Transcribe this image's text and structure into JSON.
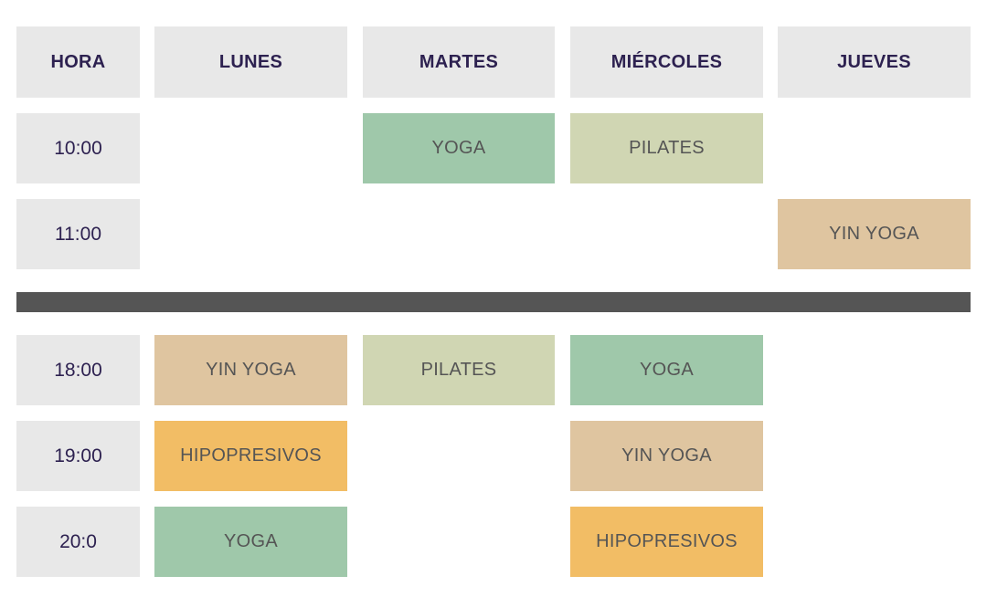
{
  "colors": {
    "header_bg": "#e8e8e8",
    "header_text": "#2d2150",
    "class_text": "#555555",
    "divider": "#555555",
    "yoga": "#9fc8aa",
    "pilates": "#d0d6b3",
    "yin_yoga": "#dfc5a0",
    "hipopresivos": "#f2bd65"
  },
  "headers": [
    "HORA",
    "LUNES",
    "MARTES",
    "MIÉRCOLES",
    "JUEVES"
  ],
  "rows": [
    {
      "time": "10:00",
      "classes": [
        {
          "day": "MARTES",
          "label": "YOGA",
          "type": "yoga"
        },
        {
          "day": "MIÉRCOLES",
          "label": "PILATES",
          "type": "pilates"
        }
      ]
    },
    {
      "time": "11:00",
      "classes": [
        {
          "day": "JUEVES",
          "label": "YIN YOGA",
          "type": "yin_yoga"
        }
      ]
    },
    {
      "time": "18:00",
      "classes": [
        {
          "day": "LUNES",
          "label": "YIN YOGA",
          "type": "yin_yoga"
        },
        {
          "day": "MARTES",
          "label": "PILATES",
          "type": "pilates"
        },
        {
          "day": "MIÉRCOLES",
          "label": "YOGA",
          "type": "yoga"
        }
      ]
    },
    {
      "time": "19:00",
      "classes": [
        {
          "day": "LUNES",
          "label": "HIPOPRESIVOS",
          "type": "hipopresivos"
        },
        {
          "day": "MIÉRCOLES",
          "label": "YIN YOGA",
          "type": "yin_yoga"
        }
      ]
    },
    {
      "time": "20:0",
      "classes": [
        {
          "day": "LUNES",
          "label": "YOGA",
          "type": "yoga"
        },
        {
          "day": "MIÉRCOLES",
          "label": "HIPOPRESIVOS",
          "type": "hipopresivos"
        }
      ]
    }
  ]
}
